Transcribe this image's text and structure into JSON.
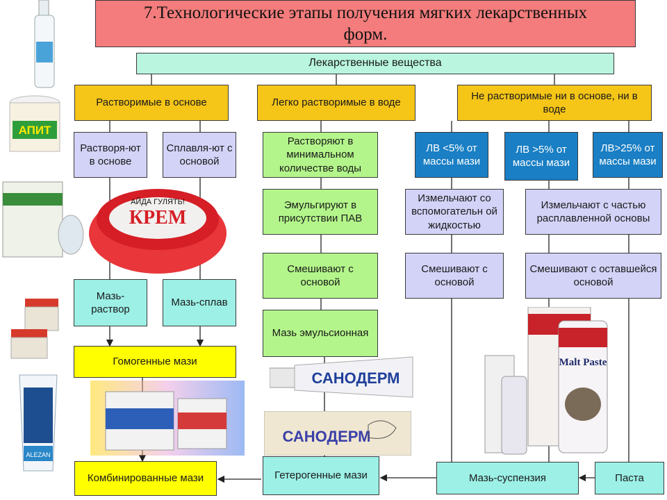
{
  "title": "7.Технологические этапы получения мягких лекарственных форм.",
  "nodes": {
    "root": "Лекарственные вещества",
    "soluble_base": "Растворимые в основе",
    "soluble_water": "Легко растворимые в воде",
    "insoluble": "Не растворимые ни в основе, ни в воде",
    "dissolve_in_base": "Растворя-ют в основе",
    "fuse_with_base": "Сплавля-ют с основой",
    "dissolve_min_water": "Растворяют в минимальном количестве воды",
    "emulsify_pav": "Эмульгируют в присутствии ПАВ",
    "mix_base_1": "Смешивают с основой",
    "ointment_emulsion": "Мазь эмульсионная",
    "lv_lt5": "ЛВ <5% от массы мази",
    "lv_gt5": "ЛВ >5% от массы мази",
    "lv_gt25": "ЛВ>25% от массы мази",
    "grind_aux": "Измельчают со вспомогательн ой жидкостью",
    "grind_melted": "Измельчают с частью расплавленной основы",
    "mix_base_2": "Смешивают с основой",
    "mix_remaining": "Смешивают с оставшейся основой",
    "ointment_solution": "Мазь-раствор",
    "ointment_alloy": "Мазь-сплав",
    "homogeneous": "Гомогенные мази",
    "combined": "Комбинированные мази",
    "heterogeneous": "Гетерогенные мази",
    "suspension": "Мазь-суспензия",
    "paste": "Паста"
  },
  "photo_labels": {
    "apit": "АПИТ",
    "krem": "КРЕМ",
    "krem_top": "АЙДА ГУЛЯТЬ!",
    "sanoderm_1": "САНОДЕРМ",
    "sanoderm_2": "САНОДЕРМ",
    "malt_paste": "Malt Paste",
    "alezan": "ALEZAN"
  },
  "colors": {
    "title": "#f47c7c",
    "root": "#b9f5df",
    "category": "#f5c518",
    "step": "#d3d3f8",
    "blue_step": "#1a7fc4",
    "green_step": "#b3f58a",
    "result": "#9cf0e6",
    "group": "#ffff00"
  }
}
